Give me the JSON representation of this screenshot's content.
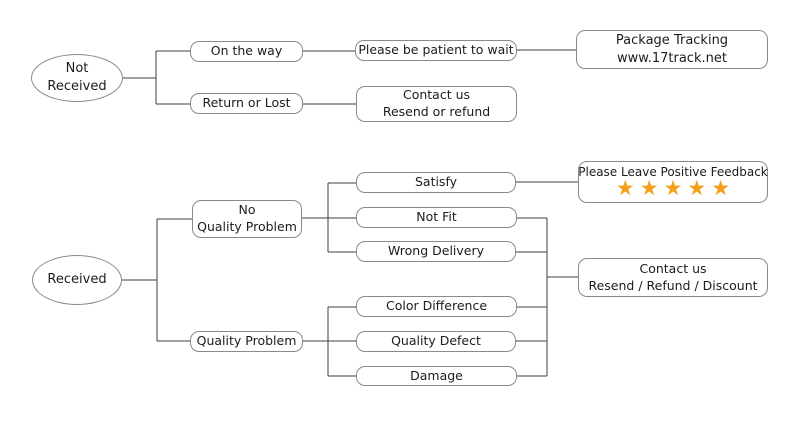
{
  "diagram": {
    "type": "flowchart",
    "background": "#ffffff",
    "colors": {
      "box_border": "#8a8a8a",
      "connector_line": "#3f3f3f",
      "text": "#1c1c1c",
      "star": "#F5A01B"
    },
    "nodes": {
      "not_received": "Not\nReceived",
      "on_the_way": "On the way",
      "please_be_patient": "Please be patient to wait",
      "package_tracking": "Package Tracking\nwww.17track.net",
      "return_or_lost": "Return or Lost",
      "contact_us_not_received": "Contact us\nResend or refund",
      "received": "Received",
      "no_quality_problem": "No\nQuality Problem",
      "quality_problem": "Quality Problem",
      "satisfy": "Satisfy",
      "not_fit": "Not Fit",
      "wrong_delivery": "Wrong Delivery",
      "color_difference": "Color Difference",
      "quality_defect": "Quality Defect",
      "damage": "Damage",
      "positive_feedback_label": "Please Leave Positive Feedback",
      "positive_feedback_stars": "★★★★★",
      "contact_us_received": "Contact us\nResend / Refund / Discount"
    }
  }
}
